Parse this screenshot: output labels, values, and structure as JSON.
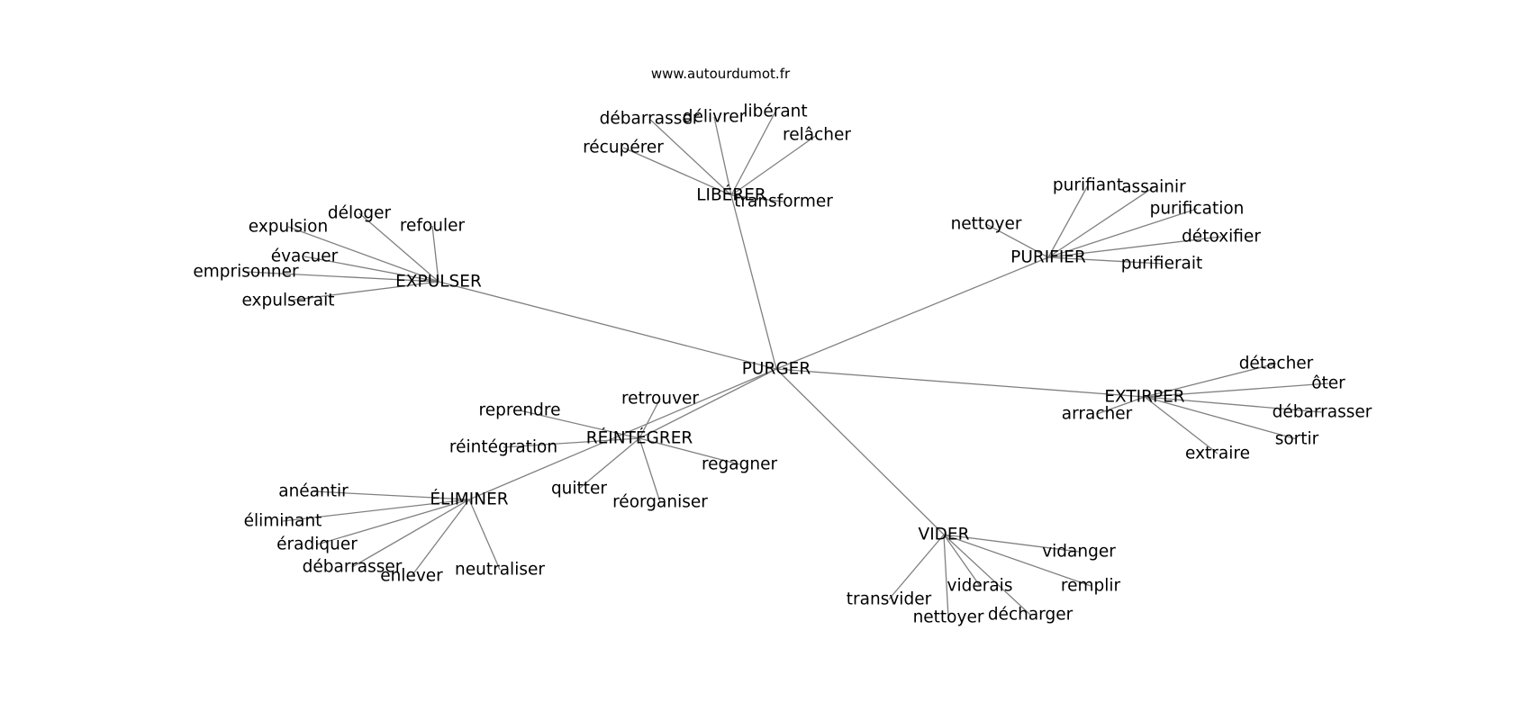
{
  "source": "www.autourdumot.fr",
  "graph": {
    "center": "PURGER",
    "hubs": [
      {
        "label": "LIBÉRER",
        "leaves": [
          "débarrasser",
          "délivrer",
          "libérant",
          "récupérer",
          "relâcher",
          "transformer"
        ]
      },
      {
        "label": "EXPULSER",
        "leaves": [
          "expulsion",
          "déloger",
          "refouler",
          "évacuer",
          "emprisonner",
          "expulserait"
        ]
      },
      {
        "label": "PURIFIER",
        "leaves": [
          "purifiant",
          "assainir",
          "purification",
          "nettoyer",
          "détoxifier",
          "purifierait"
        ]
      },
      {
        "label": "EXTIRPER",
        "leaves": [
          "détacher",
          "ôter",
          "débarrasser",
          "arracher",
          "sortir",
          "extraire"
        ]
      },
      {
        "label": "RÉINTÉGRER",
        "leaves": [
          "reprendre",
          "retrouver",
          "réintégration",
          "regagner",
          "quitter",
          "réorganiser"
        ]
      },
      {
        "label": "ÉLIMINER",
        "leaves": [
          "anéantir",
          "éliminant",
          "éradiquer",
          "débarrasser",
          "enlever",
          "neutraliser"
        ]
      },
      {
        "label": "VIDER",
        "leaves": [
          "vidanger",
          "viderais",
          "remplir",
          "transvider",
          "nettoyer",
          "décharger"
        ]
      }
    ]
  }
}
